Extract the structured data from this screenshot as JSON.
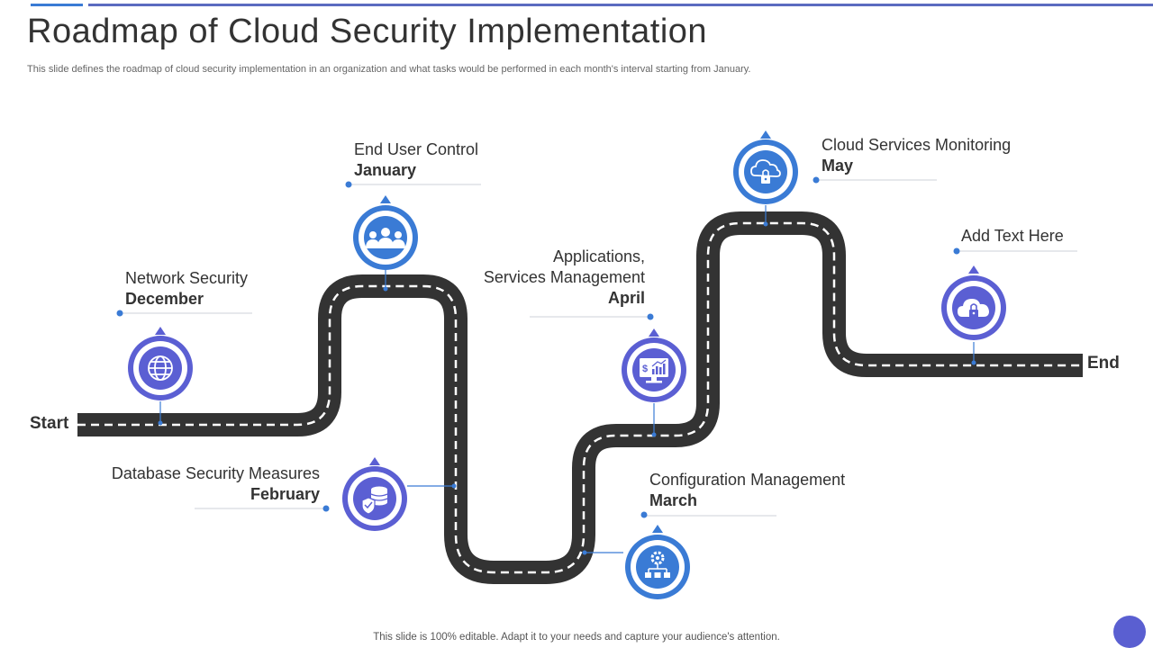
{
  "title": "Roadmap of Cloud Security Implementation",
  "subtitle": "This slide defines the roadmap of cloud security implementation in an organization and what tasks would be performed in each month's interval starting from January.",
  "footer": "This slide is 100% editable. Adapt it to your needs and capture your audience's attention.",
  "start_label": "Start",
  "end_label": "End",
  "milestones": [
    {
      "task": "Network Security",
      "month": "December",
      "icon": "globe-icon",
      "color": "#5b5fd3"
    },
    {
      "task": "End User Control",
      "month": "January",
      "icon": "users-icon",
      "color": "#3a7bd5"
    },
    {
      "task": "Database Security Measures",
      "month": "February",
      "icon": "database-shield-icon",
      "color": "#5b5fd3"
    },
    {
      "task": "Configuration Management",
      "month": "March",
      "icon": "gear-network-icon",
      "color": "#3a7bd5"
    },
    {
      "task_line1": "Applications,",
      "task_line2": "Services Management",
      "month": "April",
      "icon": "monitor-chart-icon",
      "color": "#5b5fd3"
    },
    {
      "task": "Cloud Services Monitoring",
      "month": "May",
      "icon": "cloud-lock-icon",
      "color": "#3a7bd5"
    },
    {
      "task": "Add Text Here",
      "month": "",
      "icon": "cloud-padlock-icon",
      "color": "#5b5fd3"
    }
  ],
  "colors": {
    "road": "#333333",
    "accent_blue": "#3a7bd5",
    "accent_purple": "#5b5fd3"
  }
}
